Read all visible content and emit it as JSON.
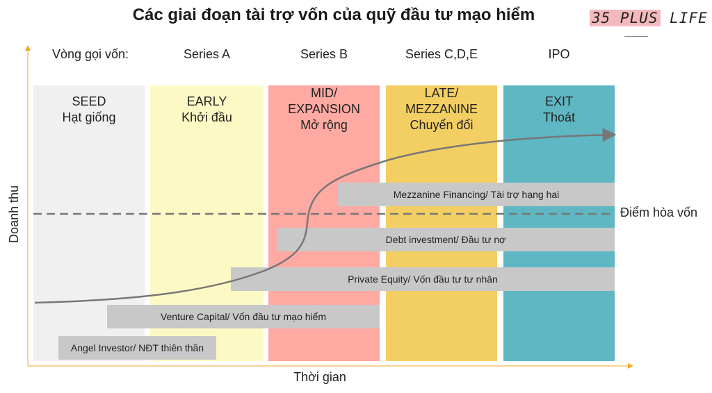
{
  "title": "Các giai đoạn tài trợ vốn của quỹ đầu tư mạo hiểm",
  "logo": {
    "part1": "35 PLUS",
    "part2": " LIFE"
  },
  "round_header": "Vòng gọi vốn:",
  "rounds": [
    "Series A",
    "Series B",
    "Series C,D,E",
    "IPO"
  ],
  "stages": [
    {
      "line1": "SEED",
      "line2": "Hạt giống",
      "line3": "",
      "color": "#f0f0f0"
    },
    {
      "line1": "EARLY",
      "line2": "Khởi đầu",
      "line3": "",
      "color": "#fdf9c4"
    },
    {
      "line1": "MID/",
      "line2": "EXPANSION",
      "line3": "Mở rộng",
      "color": "#fea9a1"
    },
    {
      "line1": "LATE/",
      "line2": "MEZZANINE",
      "line3": "Chuyển đổi",
      "color": "#f3cf63"
    },
    {
      "line1": "EXIT",
      "line2": "Thoát",
      "line3": "",
      "color": "#5eb7c2"
    }
  ],
  "financing": [
    "Mezzanine Financing/ Tài trợ hạng hai",
    "Debt investment/ Đầu tư nợ",
    "Private Equity/ Vốn đầu tư tư nhân",
    "Venture Capital/ Vốn đầu tư mạo hiểm",
    "Angel Investor/ NĐT thiên thần"
  ],
  "breakeven_label": "Điểm hòa vốn",
  "y_axis_label": "Doanh thu",
  "x_axis_label": "Thời gian",
  "colors": {
    "axis": "#f5a623",
    "bar": "#c8c8c8",
    "curve": "#777777",
    "dashed": "#777777"
  }
}
